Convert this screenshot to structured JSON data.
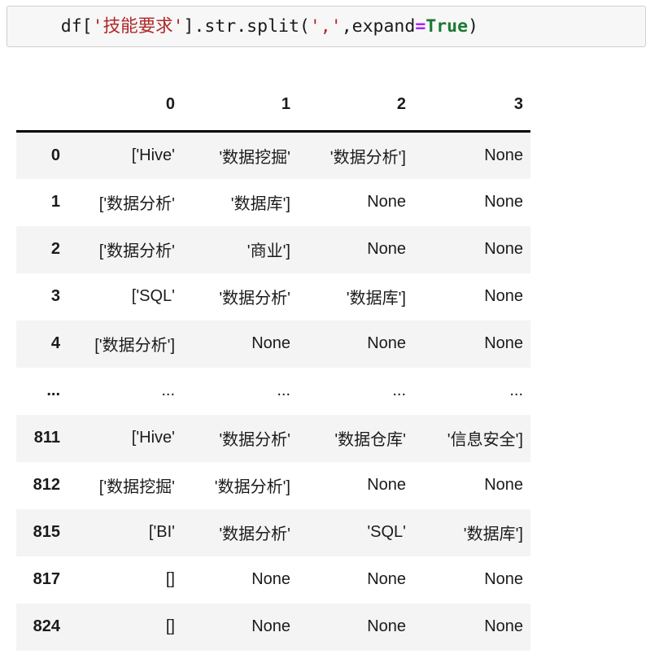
{
  "code_cell": {
    "name": "pandas-split-expression",
    "tokens": [
      {
        "text": "df[",
        "type": "plain"
      },
      {
        "text": "'技能要求'",
        "type": "string"
      },
      {
        "text": "].str.split(",
        "type": "plain"
      },
      {
        "text": "','",
        "type": "string"
      },
      {
        "text": ",expand",
        "type": "plain"
      },
      {
        "text": "=",
        "type": "operator"
      },
      {
        "text": "True",
        "type": "keyword"
      },
      {
        "text": ")",
        "type": "plain"
      }
    ],
    "plain_text": "df['技能要求'].str.split(',',expand=True)",
    "colors": {
      "string": "#b02828",
      "operator": "#aa22ff",
      "keyword": "#1a7a34",
      "plain": "#1a1a1a",
      "background": "#f7f7f7",
      "border": "#cfcfcf"
    }
  },
  "dataframe": {
    "index_header": "",
    "columns": [
      "0",
      "1",
      "2",
      "3"
    ],
    "rows": [
      {
        "index": "0",
        "cells": [
          "['Hive'",
          "'数据挖掘'",
          "'数据分析']",
          "None"
        ]
      },
      {
        "index": "1",
        "cells": [
          "['数据分析'",
          "'数据库']",
          "None",
          "None"
        ]
      },
      {
        "index": "2",
        "cells": [
          "['数据分析'",
          "'商业']",
          "None",
          "None"
        ]
      },
      {
        "index": "3",
        "cells": [
          "['SQL'",
          "'数据分析'",
          "'数据库']",
          "None"
        ]
      },
      {
        "index": "4",
        "cells": [
          "['数据分析']",
          "None",
          "None",
          "None"
        ]
      },
      {
        "index": "...",
        "cells": [
          "...",
          "...",
          "...",
          "..."
        ]
      },
      {
        "index": "811",
        "cells": [
          "['Hive'",
          "'数据分析'",
          "'数据仓库'",
          "'信息安全']"
        ]
      },
      {
        "index": "812",
        "cells": [
          "['数据挖掘'",
          "'数据分析']",
          "None",
          "None"
        ]
      },
      {
        "index": "815",
        "cells": [
          "['BI'",
          "'数据分析'",
          "'SQL'",
          "'数据库']"
        ]
      },
      {
        "index": "817",
        "cells": [
          "[]",
          "None",
          "None",
          "None"
        ]
      },
      {
        "index": "824",
        "cells": [
          "[]",
          "None",
          "None",
          "None"
        ]
      }
    ],
    "colors": {
      "stripe": "#f4f4f4",
      "plain": "#ffffff",
      "text": "#1b1b1b",
      "header_rule": "#000000"
    }
  }
}
